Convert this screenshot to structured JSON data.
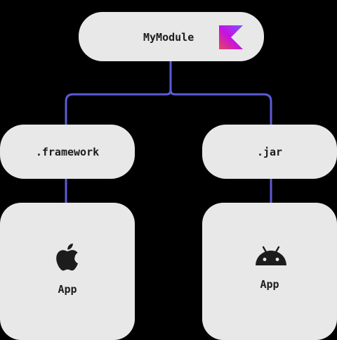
{
  "diagram": {
    "module": {
      "label": "MyModule",
      "logo_icon": "kotlin-logo-icon"
    },
    "outputs": [
      {
        "label": ".framework"
      },
      {
        "label": ".jar"
      }
    ],
    "apps": [
      {
        "label": "App",
        "icon": "apple-icon"
      },
      {
        "label": "App",
        "icon": "android-icon"
      }
    ],
    "colors": {
      "background": "#000000",
      "node_fill": "#e8e8e8",
      "connector": "#5b5bd6",
      "text": "#1c1c1c",
      "kotlin_gradient": [
        "#e44857",
        "#c711e1",
        "#7f52ff"
      ]
    }
  }
}
